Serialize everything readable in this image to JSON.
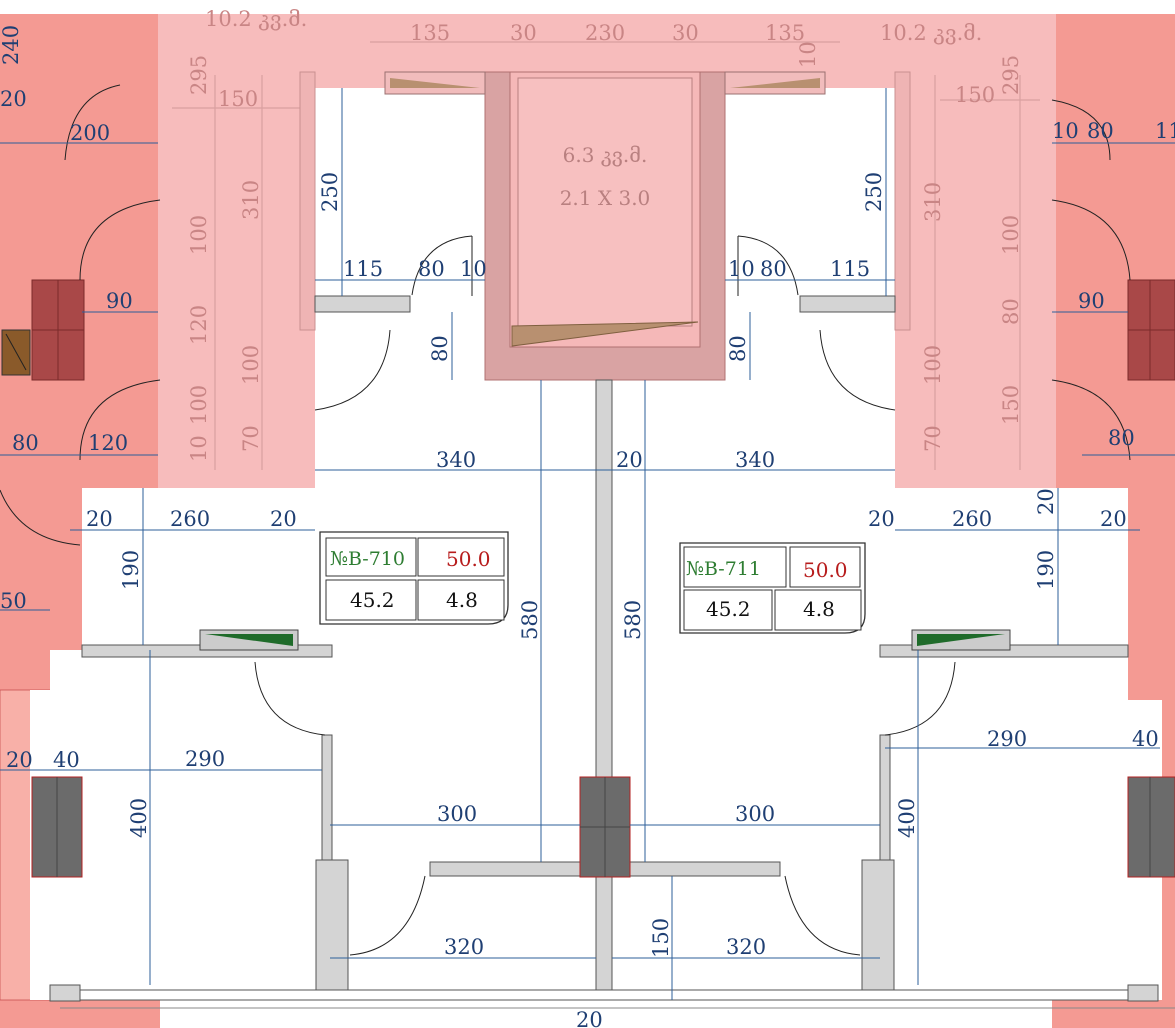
{
  "apartments": [
    {
      "id": "№B-710",
      "total": "50.0",
      "living": "45.2",
      "balcony": "4.8"
    },
    {
      "id": "№B-711",
      "total": "50.0",
      "living": "45.2",
      "balcony": "4.8"
    }
  ],
  "elevator": {
    "area": "6.3 კვ.მ.",
    "size": "2.1 X 3.0"
  },
  "stair_areas": {
    "left": "10.2 კვ.მ.",
    "right": "10.2 კვ.მ."
  },
  "colors": {
    "common_area": "#f7bcbc",
    "neighbor_units": "#f49a93",
    "wall": "#d4d4d4",
    "column": "#6b6b6b",
    "dimension": "#1f3f73"
  },
  "dimensions": {
    "top": {
      "d135a": "135",
      "d30a": "30",
      "d230": "230",
      "d30b": "30",
      "d135b": "135",
      "d10": "10"
    },
    "faded_left": {
      "d295": "295",
      "d150": "150",
      "d310": "310",
      "d100a": "100",
      "d120": "120",
      "d100b": "100",
      "d100c": "100",
      "d70": "70",
      "d10": "10"
    },
    "faded_right": {
      "d295": "295",
      "d150": "150",
      "d310": "310",
      "d100a": "100",
      "d80": "80",
      "d100b": "100",
      "d150b": "150",
      "d70": "70"
    },
    "neighbor_left": {
      "d240": "240",
      "d20": "20",
      "d200": "200",
      "d90": "90",
      "d80": "80",
      "d120": "120",
      "d50": "50",
      "d20b": "20",
      "d40": "40"
    },
    "neighbor_right": {
      "d10": "10",
      "d80a": "80",
      "d11": "11",
      "d90": "90",
      "d80b": "80",
      "d40": "40"
    },
    "unit_left": {
      "d250": "250",
      "d115": "115",
      "d80": "80",
      "d10": "10",
      "d80v": "80",
      "d340": "340",
      "d20a": "20",
      "d260": "260",
      "d20b": "20",
      "d190": "190",
      "d580": "580",
      "d400": "400",
      "d290": "290",
      "d300": "300",
      "d320": "320"
    },
    "unit_right": {
      "d250": "250",
      "d10": "10",
      "d80": "80",
      "d115": "115",
      "d80v": "80",
      "d340": "340",
      "d20a": "20",
      "d260": "260",
      "d20b": "20",
      "d20v": "20",
      "d190": "190",
      "d580": "580",
      "d400": "400",
      "d290": "290",
      "d300": "300",
      "d320": "320",
      "d150": "150"
    },
    "center": {
      "d20top": "20",
      "d20bottom": "20"
    }
  }
}
